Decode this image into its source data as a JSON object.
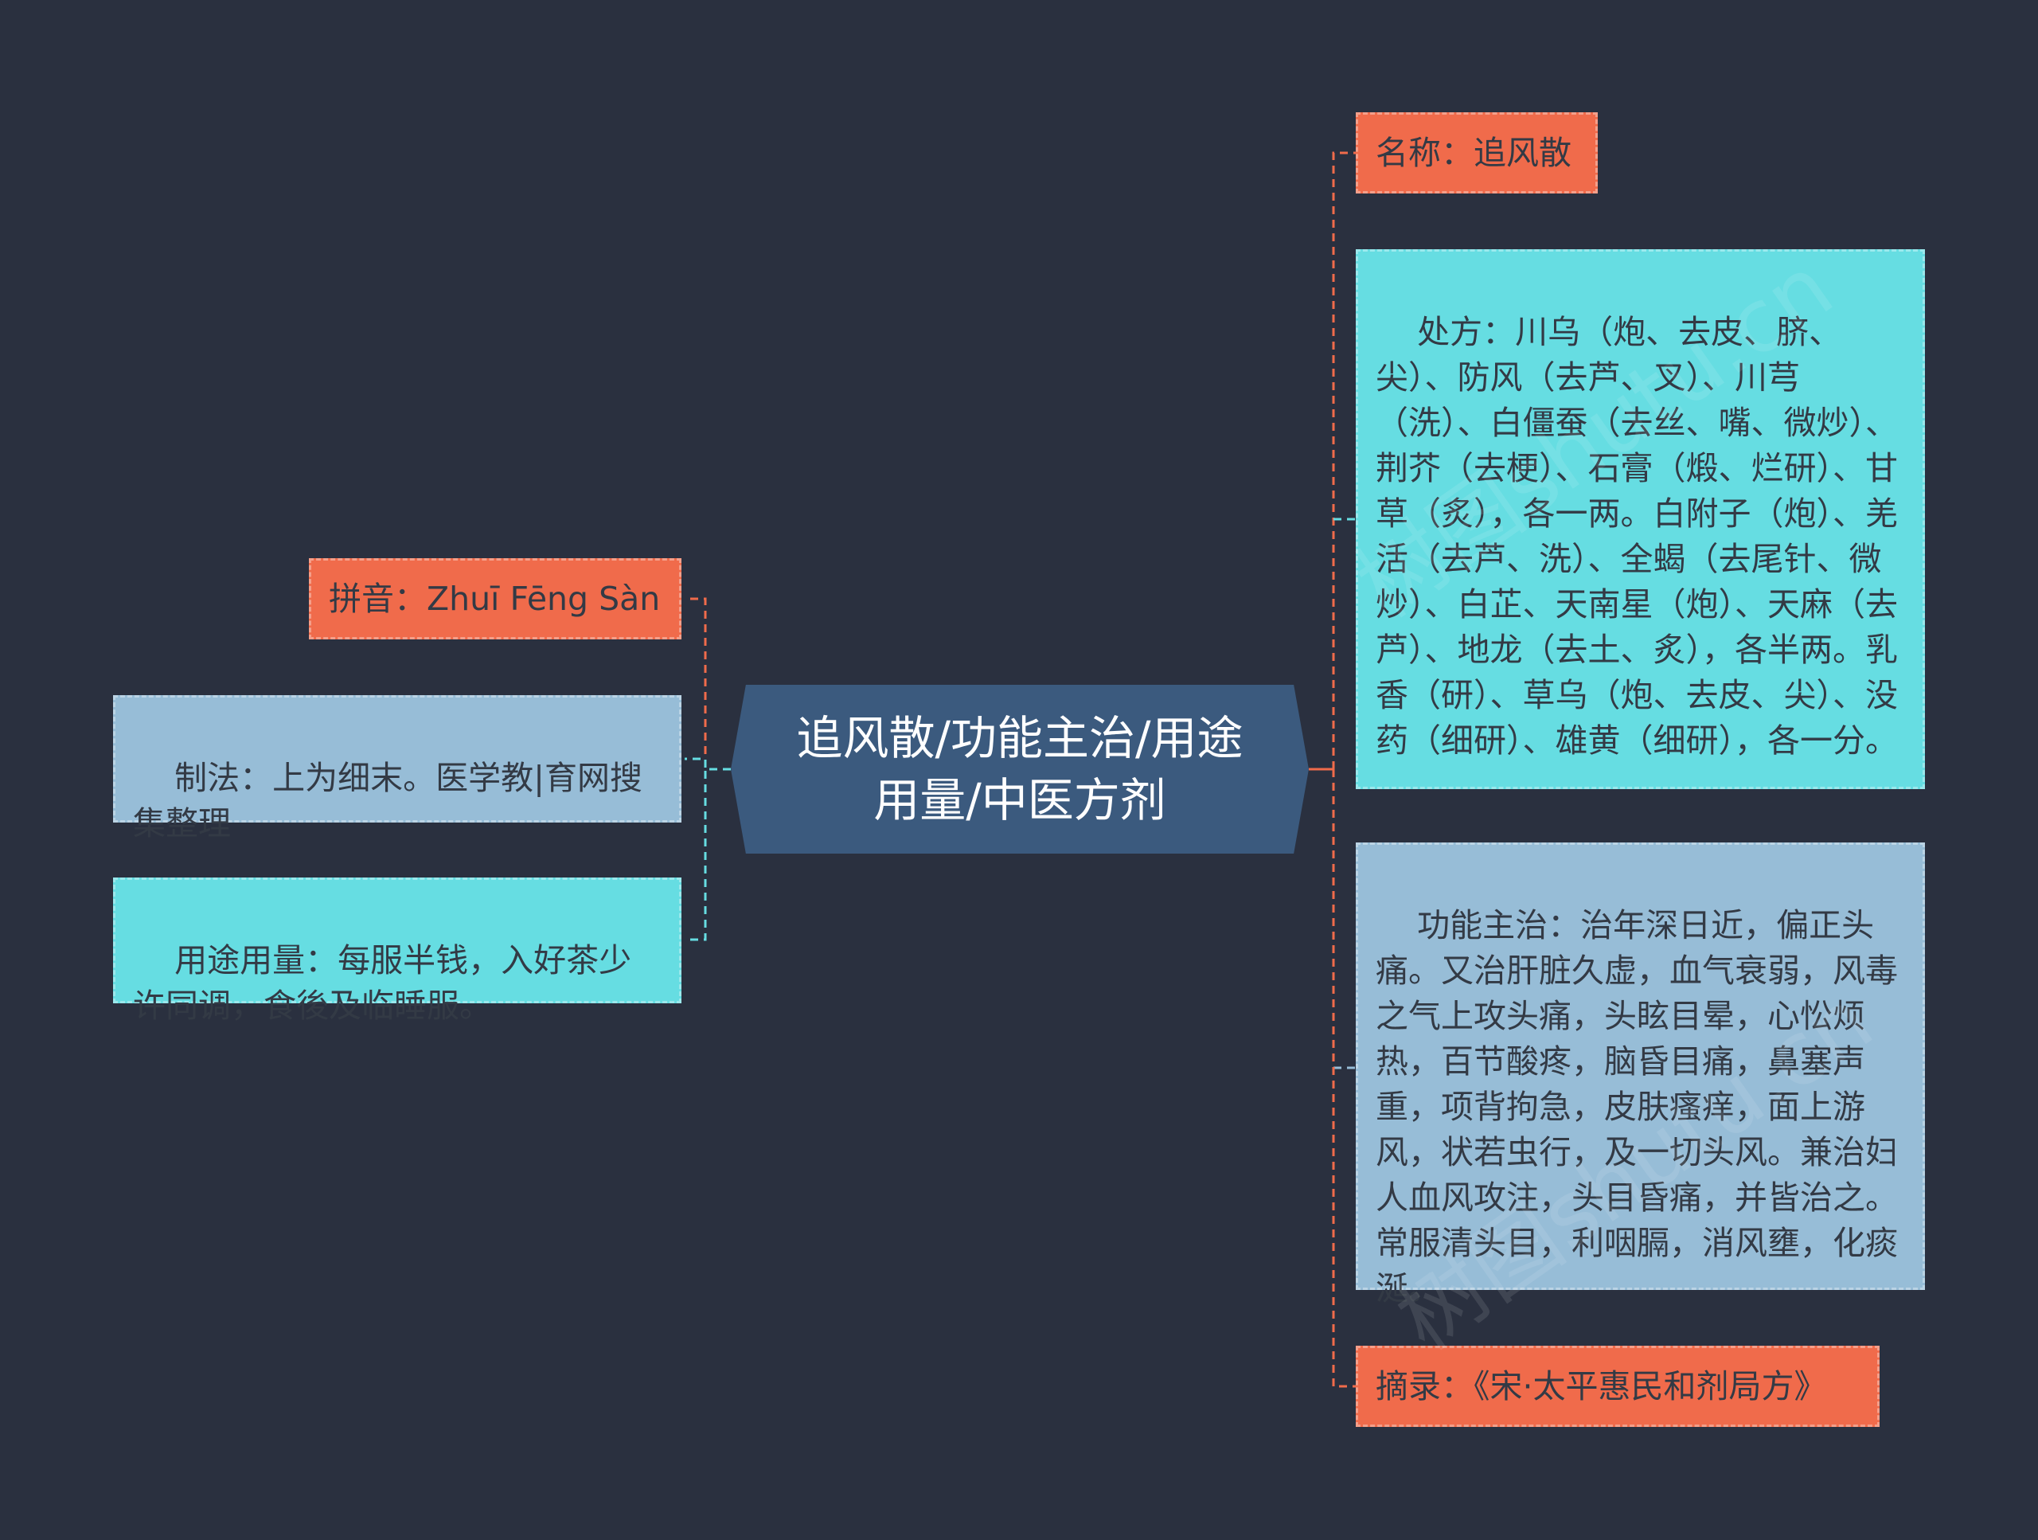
{
  "colors": {
    "background": "#2a303f",
    "center_fill": "#3b5a7e",
    "orange": "#f06b4b",
    "cyan": "#66dde2",
    "blue": "#97bdd7"
  },
  "center": {
    "label": "追风散/功能主治/用途用量/中医方剂"
  },
  "left": {
    "pinyin": "拼音：Zhuī Fēng Sàn",
    "method": "制法：上为细末。医学教|育网搜集整理",
    "usage": "用途用量：每服半钱，入好茶少许同调，食後及临睡服。"
  },
  "right": {
    "name": "名称：追风散",
    "prescription": "处方：川乌（炮、去皮、脐、尖）、防风（去芦、叉）、川芎（洗）、白僵蚕（去丝、嘴、微炒）、荆芥（去梗）、石膏（煅、烂研）、甘草（炙），各一两。白附子（炮）、羌活（去芦、洗）、全蝎（去尾针、微炒）、白芷、天南星（炮）、天麻（去芦）、地龙（去土、炙），各半两。乳香（研）、草乌（炮、去皮、尖）、没药（细研）、雄黄（细研），各一分。",
    "function": "功能主治：治年深日近，偏正头痛。又治肝脏久虚，血气衰弱，风毒之气上攻头痛，头眩目晕，心忪烦热，百节酸疼，脑昏目痛，鼻塞声重，项背拘急，皮肤瘙痒，面上游风，状若虫行，及一切头风。兼治妇人血风攻注，头目昏痛，并皆治之。常服清头目，利咽膈，消风壅，化痰涎。",
    "source": "摘录：《宋·太平惠民和剂局方》"
  },
  "watermark": [
    "树图shutu.cn",
    "树图shutu.cn"
  ]
}
